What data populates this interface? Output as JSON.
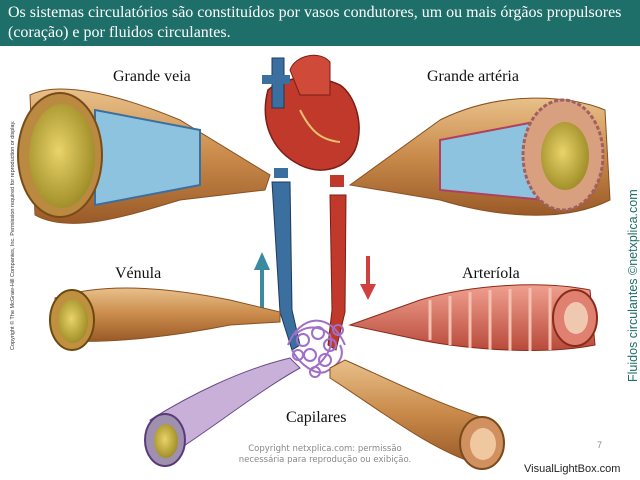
{
  "header": {
    "text": "Os sistemas circulatórios são constituídos por vasos condutores, um ou mais órgãos propulsores (coração) e por fluidos circulantes."
  },
  "labels": {
    "grande_veia": "Grande veia",
    "grande_arteria": "Grande artéria",
    "venula": "Vénula",
    "arteriola": "Arteríola",
    "capilares": "Capilares"
  },
  "side_credit": "Fluidos circulantes ©netxplica.com",
  "copyright_vertical": "Copyright © The McGraw-Hill Companies, Inc. Permission required for reproduction or display.",
  "footer_note": {
    "line1": "Copyright netxplica.com: permissão",
    "line2": "necessária para reprodução ou exibição."
  },
  "page_number": "7",
  "watermark": "VisualLightBox.com",
  "colors": {
    "header_bg": "#1e6f6a",
    "vein_blue": "#3b6fa0",
    "artery_red": "#c0392b",
    "vessel_tan": "#d9a86a",
    "capillary_purple": "#a070c8"
  }
}
